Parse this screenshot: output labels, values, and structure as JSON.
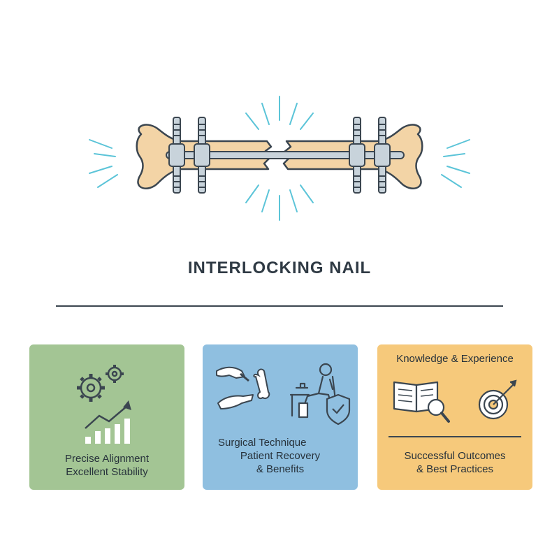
{
  "title": "INTERLOCKING NAIL",
  "cards": [
    {
      "lines": [
        "Precise Alignment",
        "Excellent Stability"
      ],
      "color": "#a3c594",
      "icons": [
        "gears-icon",
        "growth-chart-icon"
      ]
    },
    {
      "lines": [
        "Surgical Technique",
        "Patient Recovery",
        "& Benefits"
      ],
      "color": "#8fbfe0",
      "icons": [
        "surgeon-hands-icon",
        "patient-wheelchair-icon",
        "shield-icon"
      ]
    },
    {
      "heading": "Knowledge & Experience",
      "lines": [
        "Successful Outcomes",
        "& Best Practices"
      ],
      "color": "#f6c97b",
      "icons": [
        "book-magnifier-icon",
        "target-icon"
      ]
    }
  ],
  "colors": {
    "bone": "#f3d4a6",
    "bone_outline": "#3b4650",
    "nail": "#c8d3db",
    "burst": "#5bc4d8"
  }
}
